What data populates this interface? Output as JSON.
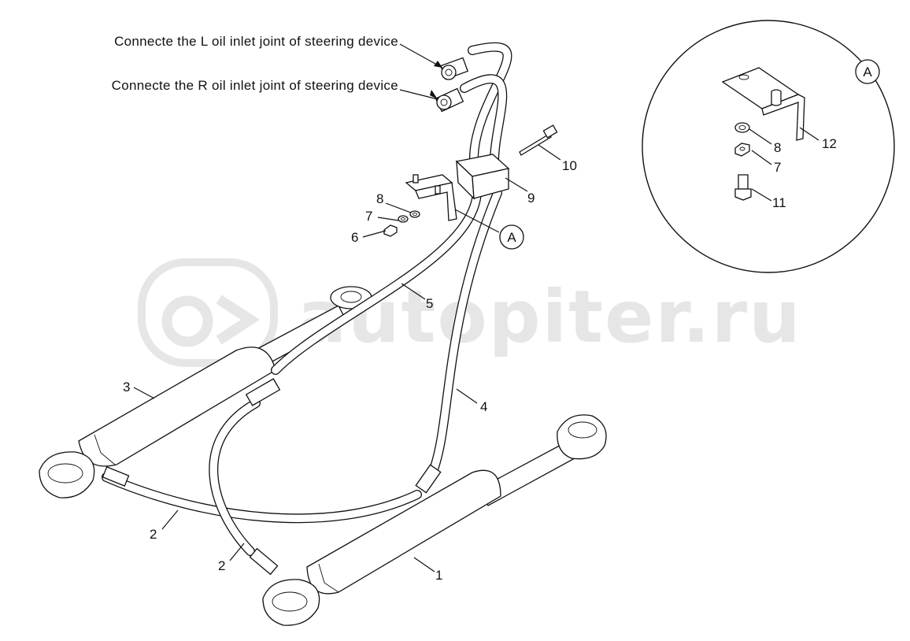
{
  "watermark": {
    "text": "autopiter.ru"
  },
  "callouts": {
    "l_inlet": "Connecte the L oil inlet joint of steering device",
    "r_inlet": "Connecte the R oil inlet joint of steering device"
  },
  "detail": {
    "marker": "A"
  },
  "part_labels": {
    "p1": "1",
    "p2a": "2",
    "p2b": "2",
    "p3": "3",
    "p4": "4",
    "p5": "5",
    "p6": "6",
    "p7a": "7",
    "p8a": "8",
    "p9": "9",
    "p10": "10",
    "p7b": "7",
    "p8b": "8",
    "p11": "11",
    "p12": "12"
  }
}
